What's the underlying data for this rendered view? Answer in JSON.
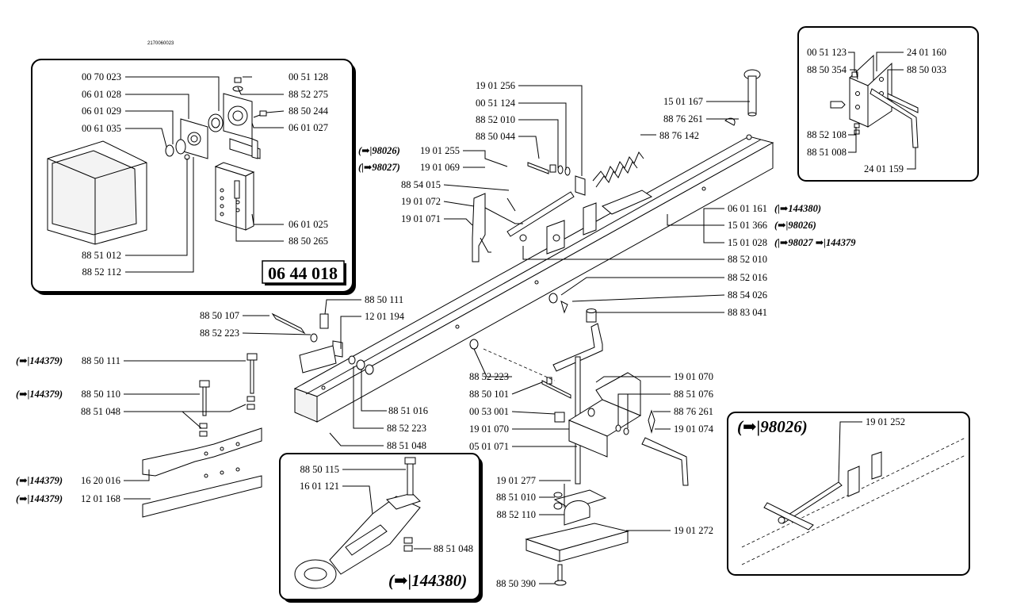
{
  "drawing_ref": "2170060023",
  "kit_number": "06 44 018",
  "insets": {
    "top_left": {
      "labels": [
        "00 70 023",
        "06 01 028",
        "06 01 029",
        "00 61 035",
        "00 51 128",
        "88 52 275",
        "88 50 244",
        "06 01 027",
        "06 01 025",
        "88 50 265",
        "88 51 012",
        "88 52 112"
      ]
    },
    "top_right": {
      "labels": [
        "00 51 123",
        "88 50 354",
        "24 01 160",
        "88 50 033",
        "88 52 108",
        "88 51 008",
        "24 01 159"
      ]
    },
    "bottom_center": {
      "title_arrow": "(➡|",
      "title_num": "144380",
      "title_close": ")",
      "labels": [
        "88 50 115",
        "16 01 121",
        "88 51 048"
      ]
    },
    "bottom_right": {
      "title_arrow": "(➡|",
      "title_num": "98026",
      "title_close": ")",
      "labels": [
        "19 01 252"
      ]
    }
  },
  "main_labels": {
    "p_190125 6": "19 01 256",
    "p_005112 4": "00 51 124",
    "p_885201 0a": "88 52 010",
    "p_885004 4": "88 50 044",
    "p_190125 5": "19 01 255",
    "p_190106 9": "19 01 069",
    "p_885401 5": "88 54 015",
    "p_190107 2": "19 01 072",
    "p_190107 1": "19 01 071",
    "p_150116 7": "15 01 167",
    "p_887626 1a": "88 76 261",
    "p_887614 2": "88 76 142",
    "p_060116 1": "06 01 161",
    "p_150136 6": "15 01 366",
    "p_150102 8": "15 01 028",
    "p_885201 0b": "88 52 010",
    "p_885201 6": "88 52 016",
    "p_885402 6": "88 54 026",
    "p_888304 1": "88 83 041",
    "p_885011 1a": "88 50 111",
    "p_885010 7": "88 50 107",
    "p_120119 4": "12 01 194",
    "p_885222 3a": "88 52 223",
    "p_885011 1b": "88 50 111",
    "p_885011 0": "88 50 110",
    "p_885104 8a": "88 51 048",
    "p_162001 6": "16 20 016",
    "p_120116 8": "12 01 168",
    "p_885101 6": "88 51 016",
    "p_885222 3b": "88 52 223",
    "p_885104 8b": "88 51 048",
    "p_885222 3c": "88 52 223",
    "p_885010 1": "88 50 101",
    "p_005300 1": "00 53 001",
    "p_190107 0a": "19 01 070",
    "p_050107 1": "05 01 071",
    "p_190107 0b": "19 01 070",
    "p_885107 6": "88 51 076",
    "p_887626 1b": "88 76 261",
    "p_190107 4": "19 01 074",
    "p_190127 7": "19 01 277",
    "p_885101 0": "88 51 010",
    "p_885211 0": "88 52 110",
    "p_190127 2": "19 01 272",
    "p_885039 0": "88 50 390"
  },
  "variants": {
    "v98026": "98026",
    "v98027": "98027",
    "v144380": "144380",
    "v144379": "144379",
    "arrow": "(➡|",
    "arrow_open": "(|➡",
    "arrow_plain": "➡|",
    "close": ")"
  }
}
